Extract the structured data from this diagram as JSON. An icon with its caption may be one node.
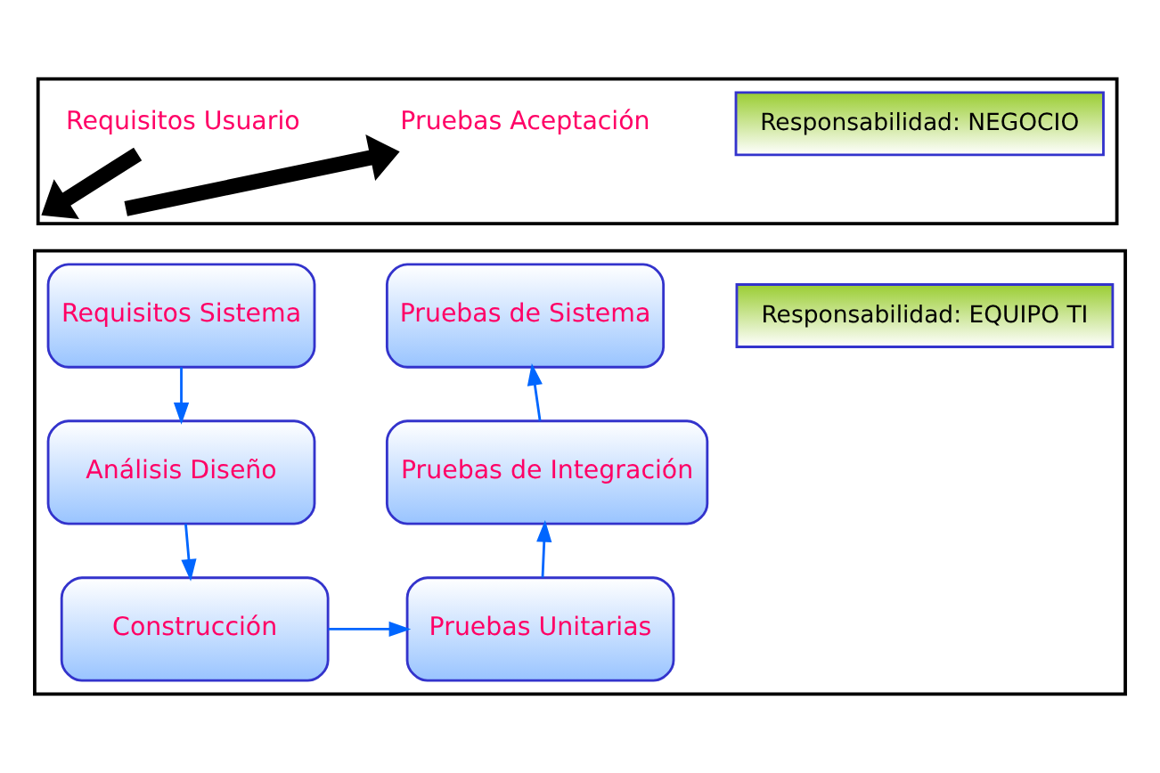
{
  "diagram": {
    "nodes": [
      {
        "text": [],
        "shape": "box"
      },
      {
        "text": [
          "Requisitos Usuario"
        ],
        "in": 0
      },
      {
        "text": [
          "Responsabilidad: NEGOCIO"
        ],
        "in": 0
      },
      {
        "text": [
          "Pruebas Aceptación"
        ],
        "in": 0
      },
      {
        "text": [],
        "shape": "box"
      },
      {
        "text": [
          "Requisitos Sistema"
        ],
        "in": 4
      },
      {
        "text": [
          "Responsabilidad: EQUIPO TI"
        ],
        "in": 4
      },
      {
        "text": [
          "Pruebas de Sistema"
        ],
        "in": 4
      },
      {
        "text": [
          "Análisis Diseño"
        ],
        "in": 4
      },
      {
        "text": [
          "Pruebas de Integración"
        ],
        "in": 4
      },
      {
        "text": [
          "Construcción"
        ],
        "in": 4
      },
      {
        "text": [
          "Pruebas Unitarias"
        ],
        "in": 4
      }
    ],
    "edges": [
      {
        "from": 1,
        "to": null,
        "arrow": "to",
        "style": "thick",
        "color": "#000000"
      },
      {
        "from": null,
        "to": 3,
        "arrow": "to",
        "style": "thick",
        "color": "#000000"
      },
      {
        "from": 5,
        "to": 8,
        "arrow": "to"
      },
      {
        "from": 8,
        "to": 10,
        "arrow": "to"
      },
      {
        "from": 10,
        "to": 11,
        "arrow": "to"
      },
      {
        "from": 11,
        "to": 9,
        "arrow": "to"
      },
      {
        "from": 9,
        "to": 7,
        "arrow": "to"
      }
    ]
  }
}
